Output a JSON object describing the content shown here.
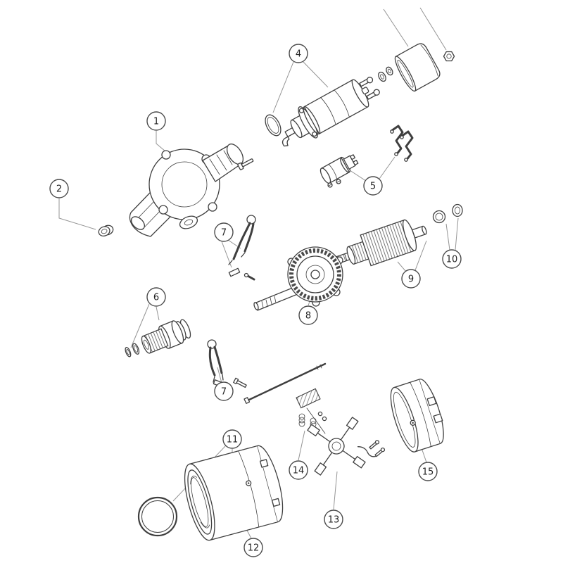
{
  "page": {
    "background": "#ffffff"
  },
  "colors": {
    "line": "#3f3f3f",
    "leader": "#949494",
    "callout_border": "#4a4a4a",
    "callout_fill": "#ffffff",
    "callout_text": "#222222"
  },
  "callouts": {
    "c1": "1",
    "c2": "2",
    "c4": "4",
    "c5": "5",
    "c6": "6",
    "c7a": "7",
    "c7b": "7",
    "c8": "8",
    "c9": "9",
    "c10": "10",
    "c11": "11",
    "c12": "12",
    "c13": "13",
    "c14": "14",
    "c15": "15"
  }
}
